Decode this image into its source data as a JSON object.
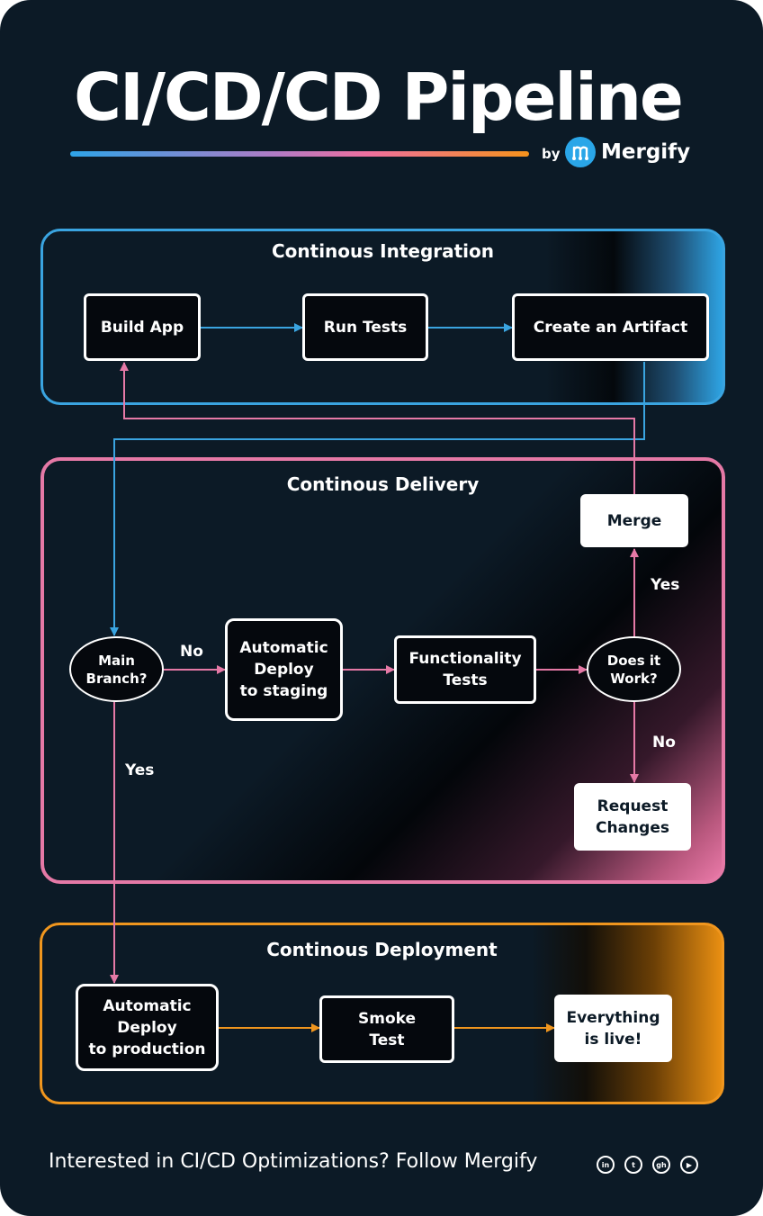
{
  "header": {
    "title": "CI/CD/CD Pipeline",
    "by": "by",
    "brand_name": "Mergify",
    "brand_logo_letter": "m"
  },
  "sections": {
    "ci": "Continous Integration",
    "delivery": "Continous Delivery",
    "deployment": "Continous Deployment"
  },
  "nodes": {
    "build_app": "Build App",
    "run_tests": "Run Tests",
    "create_artifact": "Create an Artifact",
    "merge": "Merge",
    "main_branch": "Main\nBranch?",
    "auto_deploy_staging": "Automatic\nDeploy\nto staging",
    "functionality_tests": "Functionality\nTests",
    "does_it_work": "Does it\nWork?",
    "request_changes": "Request\nChanges",
    "auto_deploy_production": "Automatic\nDeploy\nto production",
    "smoke_test": "Smoke\nTest",
    "everything_live": "Everything\nis live!"
  },
  "edge_labels": {
    "no_main": "No",
    "yes_main": "Yes",
    "yes_work": "Yes",
    "no_work": "No"
  },
  "footer": {
    "text": "Interested in CI/CD Optimizations? Follow Mergify",
    "socials": [
      {
        "icon": "linkedin-icon",
        "glyph": "in"
      },
      {
        "icon": "twitter-icon",
        "glyph": "t"
      },
      {
        "icon": "github-icon",
        "glyph": "gh"
      },
      {
        "icon": "youtube-icon",
        "glyph": "▶"
      }
    ]
  },
  "colors": {
    "background": "#0c1a26",
    "ci": "#3aa4e0",
    "delivery": "#e579a6",
    "deployment": "#f0961e"
  }
}
